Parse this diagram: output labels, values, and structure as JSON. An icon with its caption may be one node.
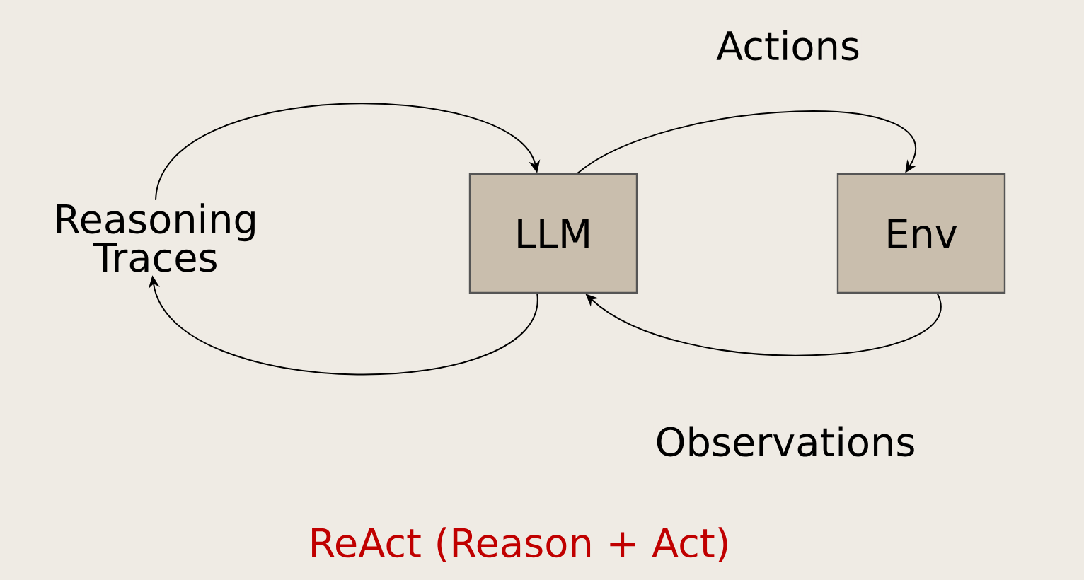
{
  "diagram": {
    "caption": "ReAct (Reason + Act)",
    "nodes": [
      {
        "text": [
          "Reasoning Traces"
        ]
      },
      {
        "text": [
          "LLM"
        ]
      },
      {
        "text": [
          "Env"
        ]
      }
    ],
    "edges": [
      {
        "from": 0,
        "to": 1,
        "arrow": "to"
      },
      {
        "from": 1,
        "to": 0,
        "arrow": "to"
      },
      {
        "from": 1,
        "to": 2,
        "arrow": "to",
        "label": "Actions"
      },
      {
        "from": 2,
        "to": 1,
        "arrow": "to",
        "label": "Observations"
      }
    ]
  }
}
